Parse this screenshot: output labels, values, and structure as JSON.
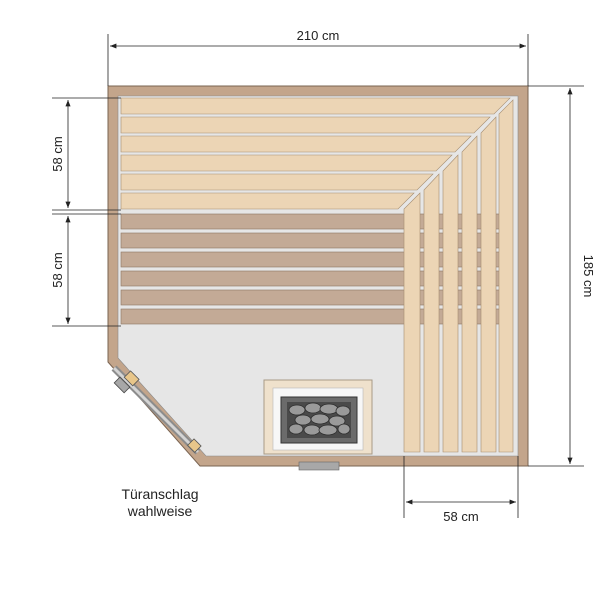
{
  "dimensions": {
    "top_width": "210 cm",
    "right_height": "185 cm",
    "upper_bench_depth": "58 cm",
    "lower_bench_depth": "58 cm",
    "corner_bench_width": "58 cm"
  },
  "door_note": {
    "line1": "Türanschlag",
    "line2": "wahlweise"
  },
  "colors": {
    "wall": "#c3a58b",
    "upper_bench_slat": "#ecd5b5",
    "lower_bench_slat": "#c3aa96",
    "floor": "#e6e6e6",
    "heater_stones": "#9a9a9a",
    "dimension_line": "#222222"
  }
}
